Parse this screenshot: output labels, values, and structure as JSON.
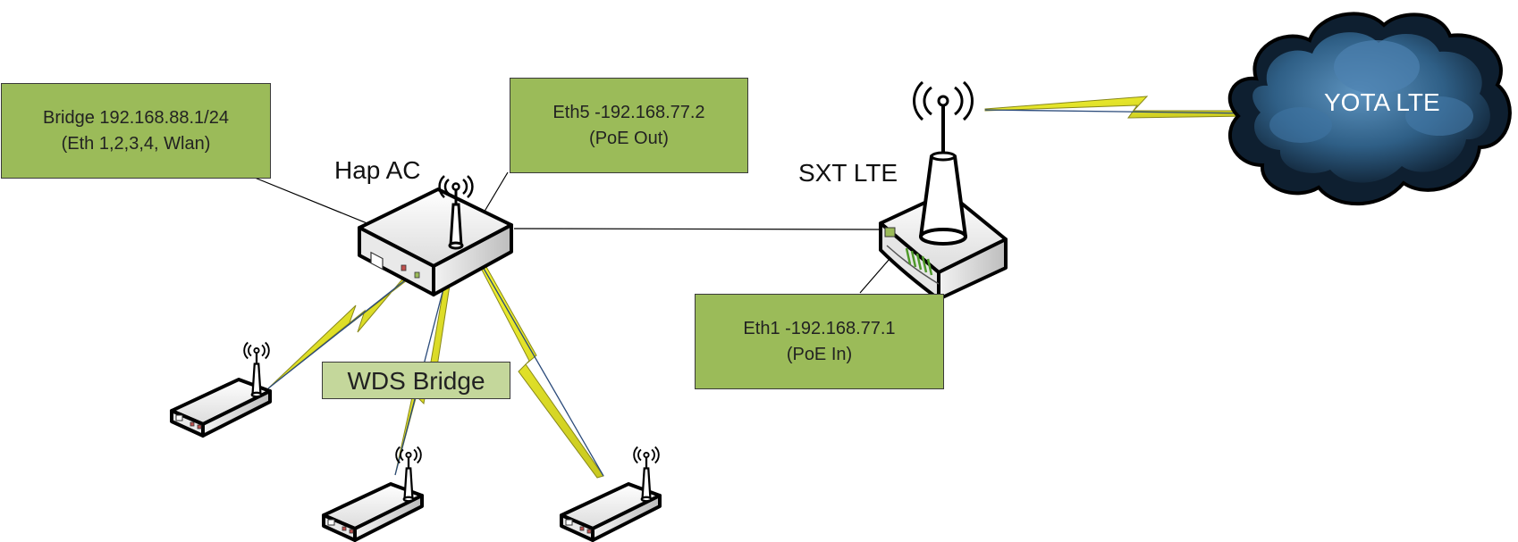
{
  "boxes": {
    "bridge": {
      "line1": "Bridge 192.168.88.1/24",
      "line2": "(Eth 1,2,3,4, Wlan)"
    },
    "eth5": {
      "line1": "Eth5 -192.168.77.2",
      "line2": "(PoE Out)"
    },
    "eth1": {
      "line1": "Eth1 -192.168.77.1",
      "line2": "(PoE In)"
    },
    "wds": {
      "label": "WDS Bridge"
    }
  },
  "devices": {
    "hap": {
      "label": "Hap AC"
    },
    "sxt": {
      "label": "SXT LTE"
    }
  },
  "cloud": {
    "label": "YOTA LTE"
  },
  "colors": {
    "box_green": "#9bbb59",
    "box_light_green": "#c4d79b",
    "lightning": "#f0f028",
    "cloud_blue": "#2f5f86",
    "cloud_dark": "#0e1f30"
  }
}
